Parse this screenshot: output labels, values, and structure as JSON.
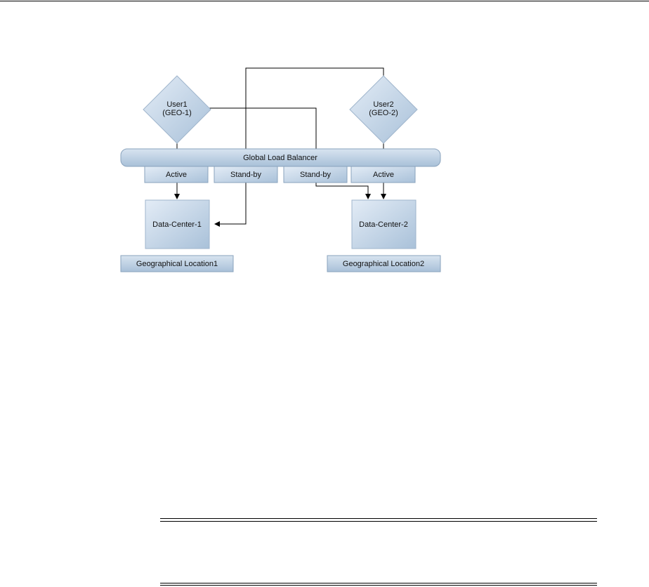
{
  "diagram": {
    "users": [
      {
        "line1": "User1",
        "line2": "(GEO-1)"
      },
      {
        "line1": "User2",
        "line2": "(GEO-2)"
      }
    ],
    "load_balancer": "Global Load Balancer",
    "tabs": [
      "Active",
      "Stand-by",
      "Stand-by",
      "Active"
    ],
    "data_centers": [
      "Data-Center-1",
      "Data-Center-2"
    ],
    "locations": [
      "Geographical Location1",
      "Geographical Location2"
    ],
    "colors": {
      "box_fill_light": "#dde8f3",
      "box_fill_dark": "#a9c1d9",
      "border": "#8aa3bd",
      "connector": "#000000"
    }
  }
}
